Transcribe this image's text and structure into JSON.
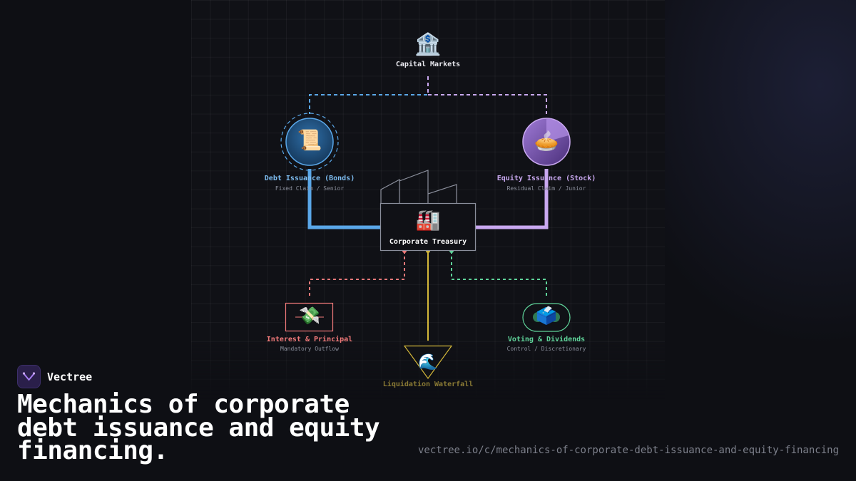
{
  "diagram": {
    "capital_markets": {
      "icon": "bank-icon",
      "icon_glyph": "🏦",
      "label": "Capital Markets"
    },
    "debt": {
      "icon": "scroll-icon",
      "icon_glyph": "📜",
      "label": "Debt Issuance (Bonds)",
      "sub": "Fixed Claim / Senior",
      "color": "#5aa7e8"
    },
    "equity": {
      "icon": "pie-icon",
      "icon_glyph": "🥧",
      "label": "Equity Issuance (Stock)",
      "sub": "Residual Claim / Junior",
      "color": "#c9a8f0"
    },
    "treasury": {
      "icon": "factory-icon",
      "icon_glyph": "🏭",
      "label": "Corporate Treasury"
    },
    "interest": {
      "icon": "money-wings-icon",
      "icon_glyph": "💸",
      "label": "Interest & Principal",
      "sub": "Mandatory Outflow",
      "color": "#f27a7a"
    },
    "voting": {
      "icon": "ballot-box-icon",
      "icon_glyph": "🗳️",
      "label": "Voting & Dividends",
      "sub": "Control / Discretionary",
      "color": "#5fd49a"
    },
    "liquidation": {
      "icon": "wave-icon",
      "icon_glyph": "🌊",
      "label": "Liquidation Waterfall",
      "color": "#d4b83a"
    }
  },
  "brand": {
    "name": "Vectree",
    "logo": "vectree-logo-icon"
  },
  "headline": "Mechanics of corporate debt issuance and equity financing.",
  "url": "vectree.io/c/mechanics-of-corporate-debt-issuance-and-equity-financing"
}
